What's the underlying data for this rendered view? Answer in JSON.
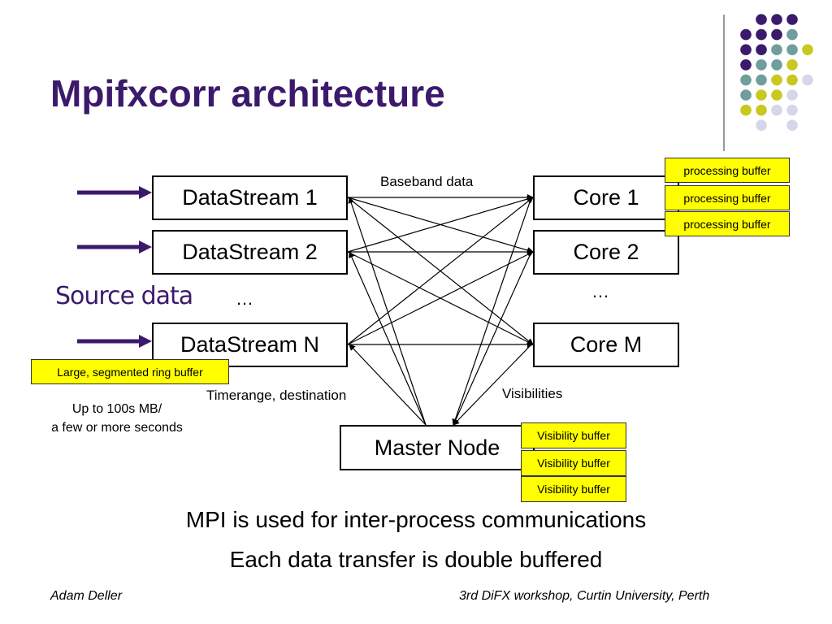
{
  "title": "Mpifxcorr architecture",
  "colors": {
    "title": "#3b1a6b",
    "arrow": "#3b1a6b",
    "buffer": "#ffff00",
    "dot_purple": "#3b1a6b",
    "dot_teal": "#6f9e9c",
    "dot_olive": "#c8c81f",
    "dot_lavender": "#d6d6ea"
  },
  "datastreams": [
    "DataStream 1",
    "DataStream 2",
    "DataStream N"
  ],
  "cores": [
    "Core 1",
    "Core 2",
    "Core M"
  ],
  "master_node": "Master Node",
  "ellipsis": "…",
  "labels": {
    "baseband": "Baseband data",
    "timerange": "Timerange, destination",
    "visibilities": "Visibilities",
    "source": "Source data"
  },
  "buffers": {
    "processing": [
      "processing buffer",
      "processing buffer",
      "processing buffer"
    ],
    "visibility": [
      "Visibility buffer",
      "Visibility buffer",
      "Visibility buffer"
    ],
    "ring": "Large, segmented ring buffer"
  },
  "note": {
    "line1": "Up to 100s MB/",
    "line2": "a few or more seconds"
  },
  "bottom": {
    "line1": "MPI is used for inter-process communications",
    "line2": "Each data transfer is double buffered"
  },
  "footer": {
    "left": "Adam Deller",
    "right": "3rd DiFX workshop, Curtin University, Perth"
  }
}
